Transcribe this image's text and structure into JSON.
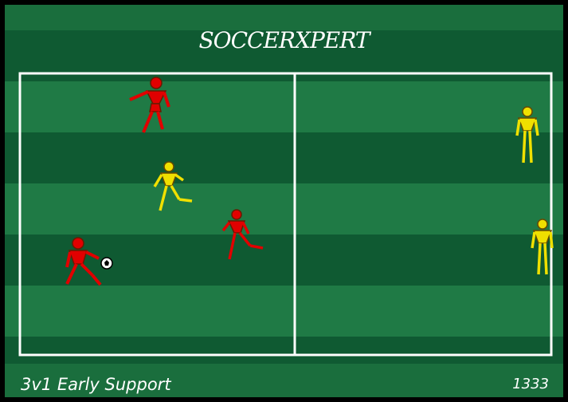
{
  "brand": {
    "logo_text": "SOCCERXPERT"
  },
  "drill": {
    "title": "3v1 Early Support",
    "code": "1333"
  },
  "colors": {
    "pitch_dark": "#0f5a32",
    "pitch_light": "#1f7a45",
    "lines": "#ffffff",
    "team_red": "#e10000",
    "team_yellow": "#f0e000",
    "outline": "#6a4a00"
  },
  "players": [
    {
      "team": "red",
      "role": "attacker",
      "pose": "pointing"
    },
    {
      "team": "yellow",
      "role": "defender",
      "pose": "running"
    },
    {
      "team": "red",
      "role": "attacker",
      "pose": "running"
    },
    {
      "team": "red",
      "role": "attacker-with-ball",
      "pose": "kicking"
    },
    {
      "team": "yellow",
      "role": "target",
      "pose": "standing"
    },
    {
      "team": "yellow",
      "role": "target",
      "pose": "standing"
    }
  ],
  "ball": {
    "icon": "soccer-ball-icon"
  }
}
